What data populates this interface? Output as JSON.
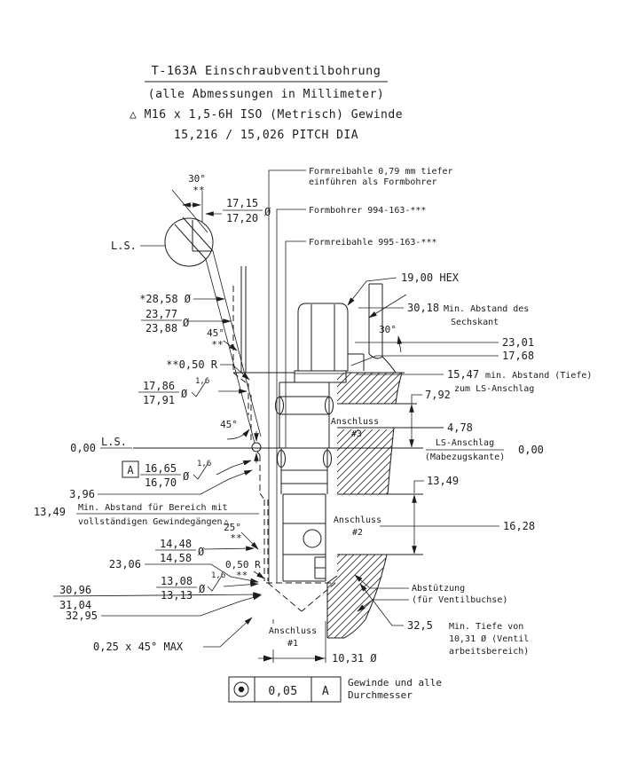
{
  "title": {
    "line1": "T-163A Einschraubventilbohrung",
    "line2": "(alle Abmessungen in Millimeter)",
    "line3": "△ M16 x 1,5-6H ISO (Metrisch) Gewinde",
    "line4": "15,216 / 15,026 PITCH DIA"
  },
  "callouts": {
    "reamer_depth_1": "Formreibahle 0,79 mm tiefer",
    "reamer_depth_2": "einführen als Formbohrer",
    "form_drill": "Formbohrer 994-163-***",
    "form_reamer": "Formreibahle 995-163-***"
  },
  "detail": {
    "angle": "30°",
    "stars": "**",
    "dia_top": "17,15",
    "dia_bot": "17,20",
    "dia_sym": "Ø",
    "ls": "L.S."
  },
  "left": {
    "d2858": "*28,58 Ø",
    "d2377_top": "23,77",
    "d2377_bot": "23,88",
    "d2377_dia": "Ø",
    "a45_1": "45°",
    "a45_1_stars": "**",
    "r050_top": "**0,50 R",
    "d1786_top": "17,86",
    "d1786_bot": "17,91",
    "d1786_dia": "Ø",
    "d1786_finish": "1,6",
    "a45_2": "45°",
    "zero": "0,00",
    "ls": "L.S.",
    "datum": "A",
    "d1665_top": "16,65",
    "d1665_bot": "16,70",
    "d1665_dia": "Ø",
    "d1665_finish": "1,6",
    "d396": "3,96",
    "d1349": "13,49",
    "note_thread_1": "Min. Abstand für Bereich mit",
    "note_thread_2": "vollständigen Gewindegängen",
    "note_thread_tri": "△",
    "a25": "25°",
    "a25_stars": "**",
    "d1448_top": "14,48",
    "d1448_bot": "14,58",
    "d1448_dia": "Ø",
    "d2306": "23,06",
    "r050_bot": "0,50 R",
    "r050_bot_stars": "**",
    "d1308_top": "13,08",
    "d1308_bot": "13,13",
    "d1308_dia": "Ø",
    "d1308_finish": "1,6",
    "d3096_top": "30,96",
    "d3096_bot": "31,04",
    "d3295": "32,95",
    "chamfer": "0,25 x 45° MAX"
  },
  "right": {
    "hex": "19,00 HEX",
    "d3018": "30,18",
    "hex_note_1": "Min. Abstand des",
    "hex_note_2": "Sechskant",
    "a30": "30°",
    "d2301": "23,01",
    "d1768": "17,68",
    "d1547": "15,47",
    "d1547_note_1": "min. Abstand (Tiefe)",
    "d1547_note_2": "zum LS-Anschlag",
    "d792": "7,92",
    "d478": "4,78",
    "ls_1": "LS-Anschlag",
    "ls_2": "(Mabezugskante)",
    "zero": "0,00",
    "d1349": "13,49",
    "d1628": "16,28",
    "support_1": "Abstützung",
    "support_2": "(für Ventilbuchse)",
    "d325": "32,5",
    "depth_note_1": "Min. Tiefe von",
    "depth_note_2": "10,31 Ø (Ventil",
    "depth_note_3": "arbeitsbereich)"
  },
  "ports": {
    "p1_1": "Anschluss",
    "p1_2": "#1",
    "p2_1": "Anschluss",
    "p2_2": "#2",
    "p3_1": "Anschluss",
    "p3_2": "#3"
  },
  "bottom_dim": "10,31 Ø",
  "fcf": {
    "symbol": "concentricity-icon",
    "tol": "0,05",
    "datum": "A",
    "note_1": "Gewinde und alle",
    "note_2": "Durchmesser"
  },
  "colors": {
    "ink": "#1c1c1c",
    "paper": "#ffffff"
  }
}
